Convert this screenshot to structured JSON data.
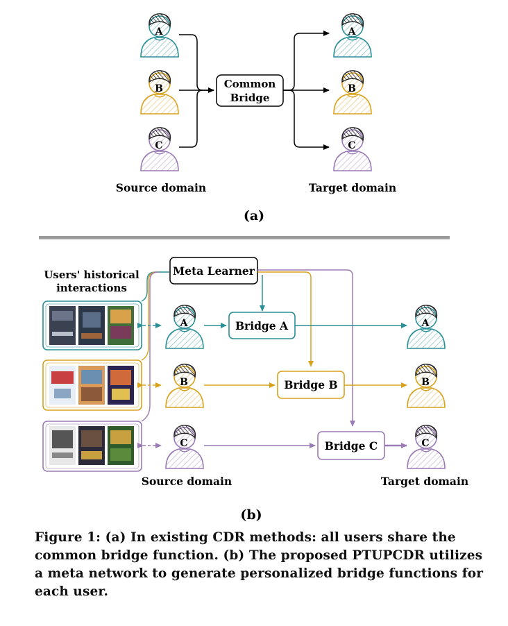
{
  "colors": {
    "teal": "#2a8f96",
    "gold": "#d8a21d",
    "purple": "#9a7bb5",
    "black": "#000000",
    "divider": "#9a9a9a"
  },
  "icons": {
    "user": "user-icon",
    "poster": "movie-poster-icon"
  },
  "part_a": {
    "users": [
      "A",
      "B",
      "C"
    ],
    "bridge_label_line1": "Common",
    "bridge_label_line2": "Bridge",
    "source_label": "Source domain",
    "target_label": "Target domain",
    "panel_label": "(a)"
  },
  "part_b": {
    "history_label_line1": "Users' historical",
    "history_label_line2": "interactions",
    "meta_learner_label": "Meta Learner",
    "bridges": [
      "Bridge A",
      "Bridge B",
      "Bridge C"
    ],
    "users": [
      "A",
      "B",
      "C"
    ],
    "source_label": "Source domain",
    "target_label": "Target domain",
    "panel_label": "(b)"
  },
  "caption": "Figure 1: (a) In existing CDR methods: all users share the common bridge function. (b) The proposed PTUPCDR utilizes a meta network to generate personalized bridge functions for each user."
}
